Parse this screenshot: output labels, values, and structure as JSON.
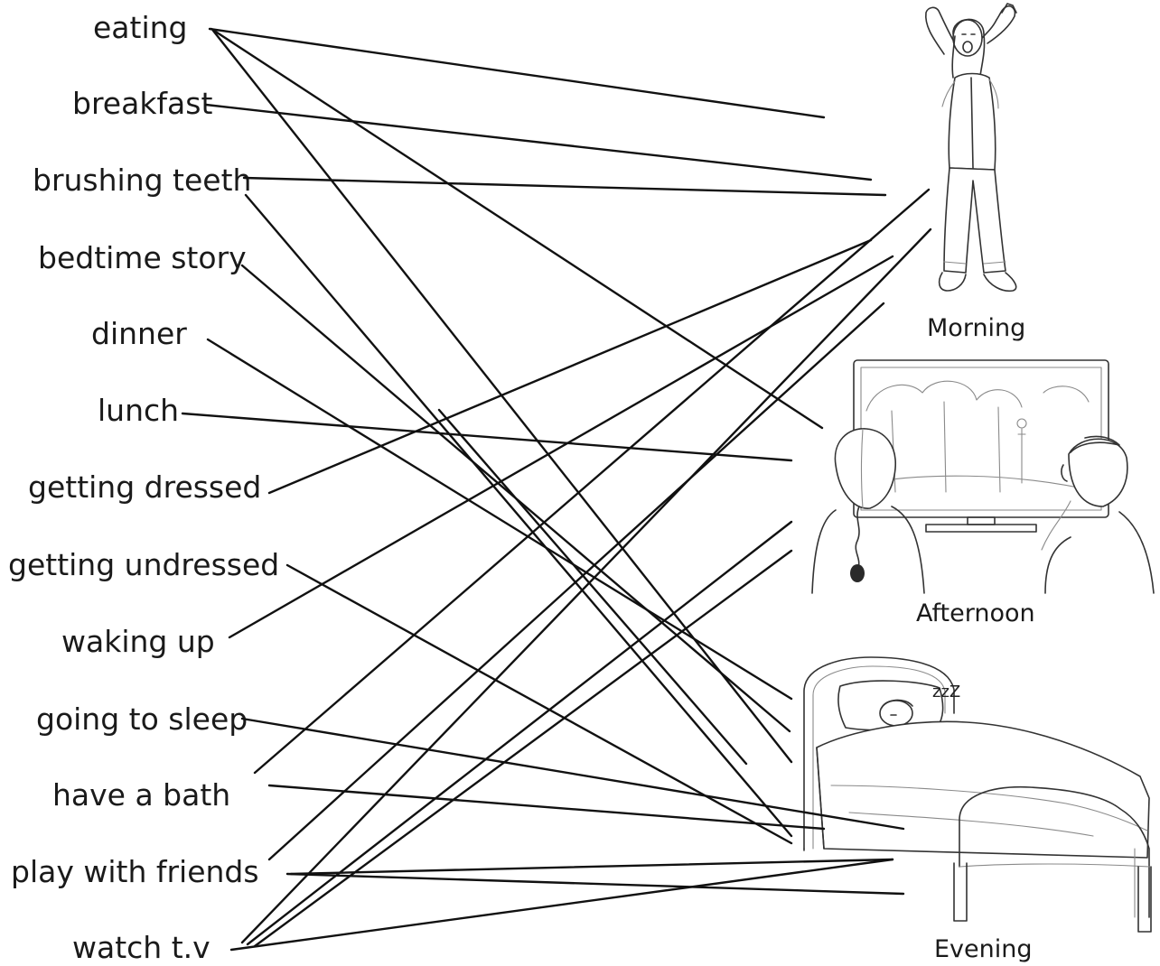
{
  "activities": [
    "eating",
    "breakfast",
    "brushing teeth",
    "bedtime story",
    "dinner",
    "lunch",
    "getting dressed",
    "getting undressed",
    "waking up",
    "going to sleep",
    "have a bath",
    "play with friends",
    "watch t.v"
  ],
  "times_of_day": {
    "morning": "Morning",
    "afternoon": "Afternoon",
    "evening": "Evening"
  },
  "illustrations": {
    "morning": "person-stretching-yawning",
    "afternoon": "children-watching-tv",
    "evening": "child-sleeping-in-bed",
    "sleep_text": "zzZ"
  }
}
